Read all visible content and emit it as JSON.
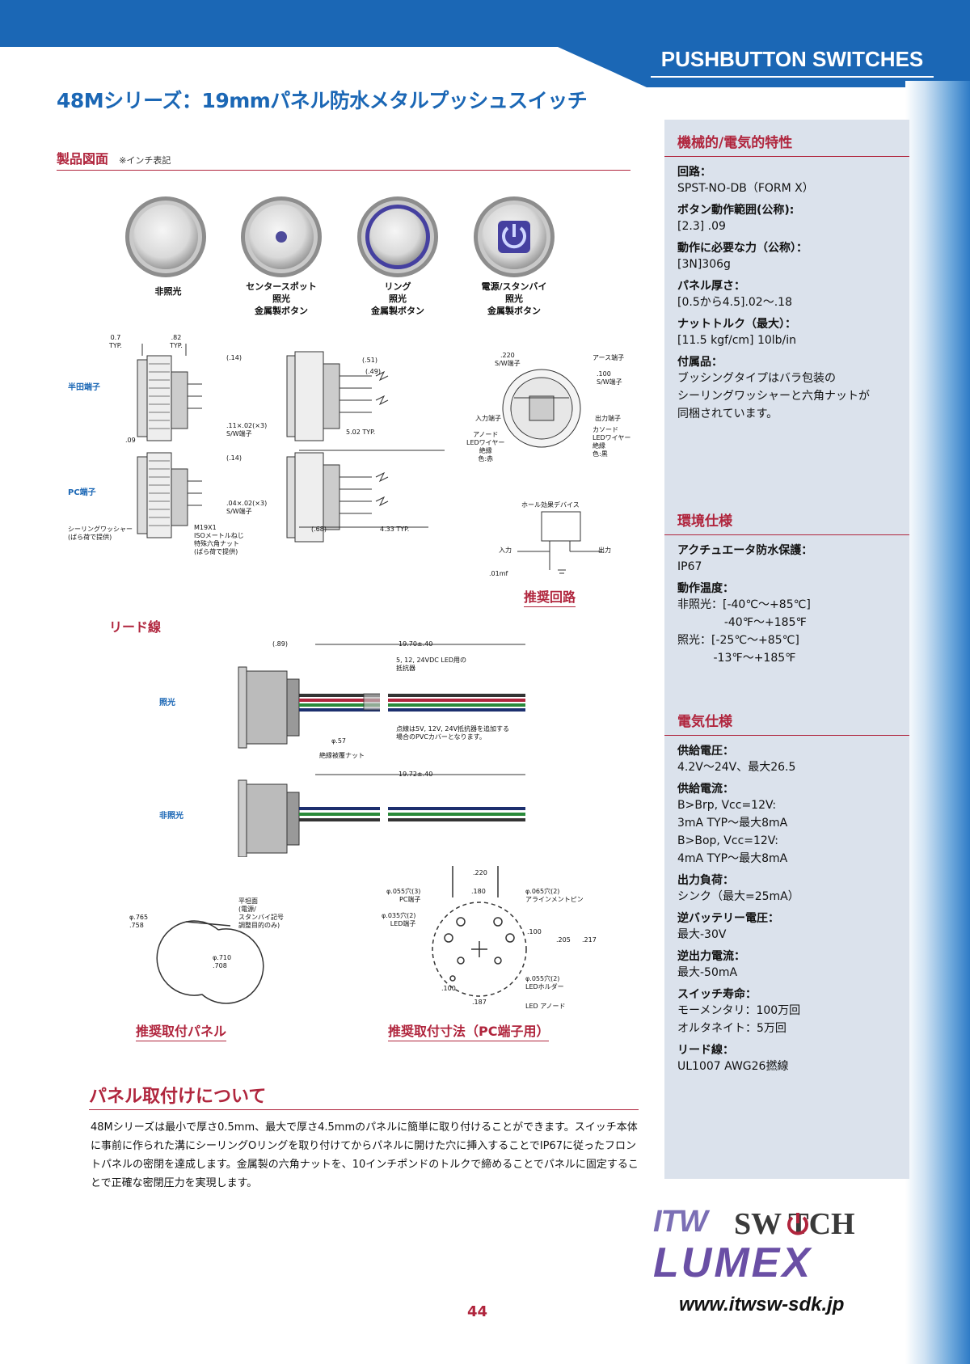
{
  "header": {
    "section": "PUSHBUTTON SWITCHES",
    "title": "48Mシリーズ：19mmパネル防水メタルプッシュスイッチ"
  },
  "drawing": {
    "heading": "製品図面",
    "note": "※インチ表記",
    "buttons": [
      {
        "label": "非照光"
      },
      {
        "label": "センタースポット\n照光\n金属製ボタン"
      },
      {
        "label": "リング\n照光\n金属製ボタン"
      },
      {
        "label": "電源/スタンバイ\n照光\n金属製ボタン"
      }
    ],
    "terminal_labels": {
      "solder": "半田端子",
      "pc": "PC端子"
    },
    "dims": {
      "d1": "0.7\nTYP.",
      "d2": ".82\nTYP.",
      "d3": "(.14)",
      "d4": ".11×.02(×3)\nS/W端子",
      "d5": ".09",
      "d6": "(.14)",
      "d7": ".04×.02(×3)\nS/W端子",
      "seal": "シーリングワッシャー\n(ばら荷で提供)",
      "nut": "M19X1\nISOメートルねじ\n特殊六角ナット\n(ばら荷で提供)",
      "d8": "(.51)",
      "d9": "(.49)",
      "d10": "5.02 TYP.",
      "d11": "(.68)",
      "d12": "4.33 TYP.",
      "t1": ".220\nS/W端子",
      "t2": "アース端子",
      "t3": ".100\nS/W端子",
      "t4": "入力端子",
      "t5": "出力端子",
      "t6": "アノード\nLEDワイヤー\n絶縁\n色:赤",
      "t7": "カソード\nLEDワイヤー\n絶縁\n色:黒",
      "hall": "ホール効果デバイス",
      "in": "入力",
      "out": "出力",
      "cap": ".01mf"
    },
    "circuit_caption": "推奨回路"
  },
  "lead": {
    "heading": "リード線",
    "lit": "照光",
    "unlit": "非照光",
    "d_89": "(.89)",
    "len1": "19.70±.40",
    "resistor": "5, 12, 24VDC LED用の\n抵抗器",
    "phi": "φ.57",
    "insulated_nut": "絶縁被覆ナット",
    "pvc_note": "点線は5V, 12V, 24V抵抗器を追加する\n場合のPVCカバーとなります。",
    "len2": "19.72±.40"
  },
  "panel": {
    "flat": "平坦面\n(電源/\nスタンバイ記号\n調整目的のみ)",
    "phi1": "φ.765\n.758",
    "phi2": "φ.710\n.708",
    "caption": "推奨取付パネル",
    "h1": "φ.055穴(3)\nPC端子",
    "h2": "φ.035穴(2)\nLED端子",
    "h3": "φ.065穴(2)\nアラインメントピン",
    "h4": "φ.055穴(2)\nLEDホルダー",
    "h5": "LED アノード",
    "m1": ".220",
    "m2": ".180",
    "m3": ".100",
    "m4": ".205",
    "m5": ".217",
    "m6": ".100",
    "m7": ".187",
    "caption2": "推奨取付寸法（PC端子用）"
  },
  "specs": {
    "mech": {
      "heading": "機械的/電気的特性",
      "items": [
        {
          "label": "回路：",
          "value": "SPST-NO-DB（FORM X）"
        },
        {
          "label": "ボタン動作範囲(公称):",
          "value": "[2.3] .09"
        },
        {
          "label": "動作に必要な力（公称）：",
          "value": "[3N]306g"
        },
        {
          "label": "パネル厚さ：",
          "value": "[0.5から4.5].02～.18"
        },
        {
          "label": "ナットトルク（最大）：",
          "value": "[11.5 kgf/cm] 10lb/in"
        },
        {
          "label": "付属品：",
          "value": "ブッシングタイプはバラ包装の\nシーリングワッシャーと六角ナットが\n同梱されています。"
        }
      ]
    },
    "env": {
      "heading": "環境仕様",
      "items": [
        {
          "label": "アクチュエータ防水保護：",
          "value": "IP67"
        },
        {
          "label": "動作温度：",
          "value": "非照光：[-40℃～+85℃]\n             -40℉～+185℉\n照光：[-25℃～+85℃]\n          -13℉～+185℉"
        }
      ]
    },
    "elec": {
      "heading": "電気仕様",
      "items": [
        {
          "label": "供給電圧：",
          "value": "4.2V～24V、最大26.5"
        },
        {
          "label": "供給電流：",
          "value": "B>Brp, Vcc=12V:\n3mA TYP～最大8mA\nB>Bop, Vcc=12V:\n4mA TYP～最大8mA"
        },
        {
          "label": "出力負荷：",
          "value": "シンク（最大=25mA）"
        },
        {
          "label": "逆バッテリー電圧：",
          "value": "最大-30V"
        },
        {
          "label": "逆出力電流：",
          "value": "最大-50mA"
        },
        {
          "label": "スイッチ寿命：",
          "value": "モーメンタリ：100万回\nオルタネイト：5万回"
        },
        {
          "label": "リード線：",
          "value": "UL1007 AWG26撚線"
        }
      ]
    }
  },
  "mounting": {
    "heading": "パネル取付けについて",
    "body": "48Mシリーズは最小で厚さ0.5mm、最大で厚さ4.5mmのパネルに簡単に取り付けることができます。スイッチ本体に事前に作られた溝にシーリングOリングを取り付けてからパネルに開けた穴に挿入することでIP67に従ったフロントパネルの密閉を達成します。金属製の六角ナットを、10インチポンドのトルクで締めることでパネルに固定することで正確な密閉圧力を実現します。"
  },
  "footer": {
    "logo_itw": "ITW",
    "logo_switch": "SW TCH",
    "logo_lumex": "LUMEX",
    "website": "www.itwsw-sdk.jp",
    "page": "44"
  },
  "colors": {
    "blue": "#1b67b5",
    "red": "#b0253d",
    "panel": "#dbe2ec"
  }
}
